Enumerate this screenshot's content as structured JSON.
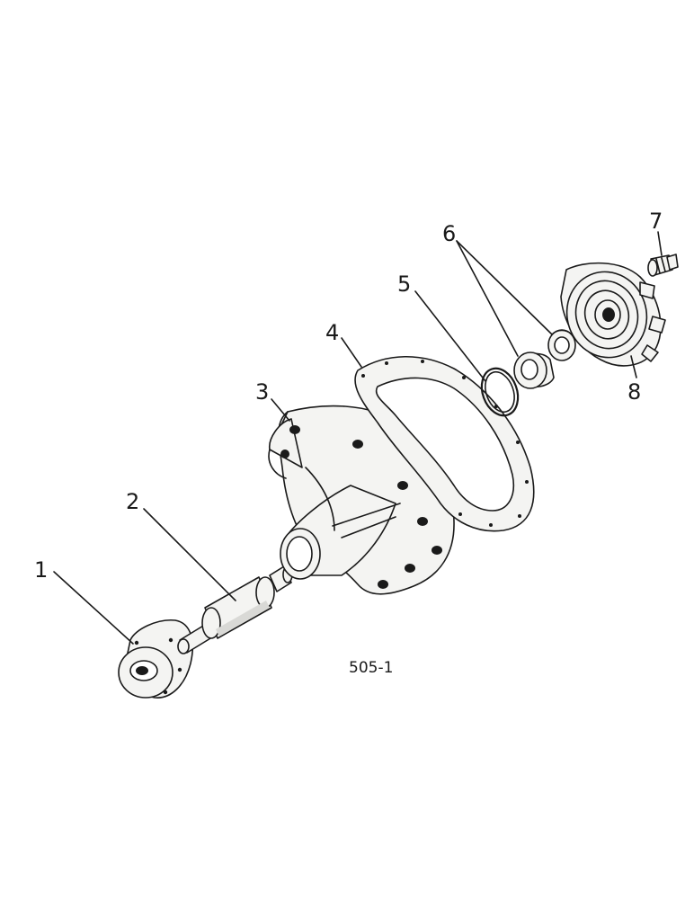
{
  "diagram": {
    "drawing_code": "505-1",
    "callouts": [
      {
        "number": "1"
      },
      {
        "number": "2"
      },
      {
        "number": "3"
      },
      {
        "number": "4"
      },
      {
        "number": "5"
      },
      {
        "number": "6"
      },
      {
        "number": "7"
      },
      {
        "number": "8"
      }
    ],
    "ink_color": "#1a1a1a",
    "background_color": "#ffffff"
  }
}
